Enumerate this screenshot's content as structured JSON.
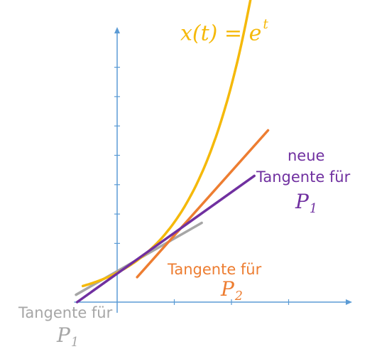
{
  "chart_data": {
    "type": "line",
    "title": "",
    "xlabel": "",
    "ylabel": "",
    "xlim": [
      -1,
      4
    ],
    "ylim": [
      -0.5,
      9.3
    ],
    "x_ticks": [
      1,
      2,
      3
    ],
    "y_ticks": [
      1,
      2,
      3,
      4,
      5,
      6,
      7,
      8
    ],
    "grid": false,
    "colors": {
      "curve": "#F5B90A",
      "tangent_orange": "#ED7D31",
      "tangent_purple": "#7030A0",
      "tangent_gray": "#A6A6A6",
      "axis": "#5B9BD5"
    },
    "series": [
      {
        "key": "curve",
        "name": "x(t) = e^t",
        "function": "exp",
        "x_range": [
          -0.6,
          2.4
        ]
      },
      {
        "key": "gray",
        "x": [
          -0.72,
          1.48
        ],
        "y": [
          0.25,
          2.7
        ]
      },
      {
        "key": "orange",
        "x": [
          0.35,
          2.64
        ],
        "y": [
          0.85,
          5.85
        ]
      },
      {
        "key": "purple",
        "x": [
          -0.7,
          2.4
        ],
        "y": [
          0.0,
          4.3
        ]
      }
    ],
    "annotations": {
      "curve_label": {
        "main": "x(t) = e",
        "sup": "t"
      },
      "purple_label": {
        "line1": "neue",
        "line2": "Tangente für",
        "point": "P",
        "sub": "1"
      },
      "orange_label": {
        "line1": "Tangente für",
        "point": "P",
        "sub": "2"
      },
      "gray_label": {
        "line1": "Tangente für",
        "point": "P",
        "sub": "1"
      }
    }
  }
}
